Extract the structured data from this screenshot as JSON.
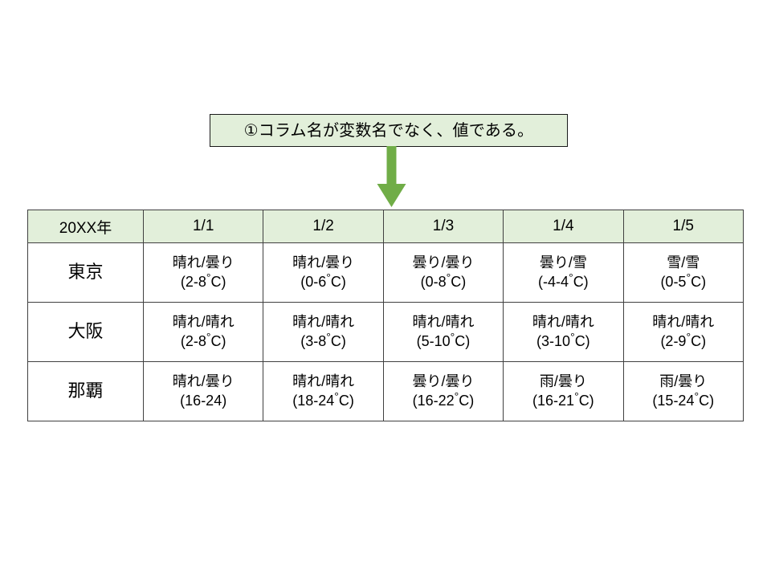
{
  "callout": {
    "text": "①コラム名が変数名でなく、値である。",
    "fill_color": "#E2EFDA",
    "border_color": "#1A1A1A"
  },
  "arrow": {
    "name": "down-arrow",
    "color": "#70AD47",
    "direction": "down"
  },
  "table": {
    "header_fill": "#E2EFDA",
    "border_color": "#404040",
    "headers": [
      "20XX年",
      "1/1",
      "1/2",
      "1/3",
      "1/4",
      "1/5"
    ],
    "rows": [
      {
        "region": "東京",
        "cells": [
          {
            "weather": "晴れ/曇り",
            "temp_prefix": "(2-8",
            "temp_suffix": "C)"
          },
          {
            "weather": "晴れ/曇り",
            "temp_prefix": "(0-6",
            "temp_suffix": "C)"
          },
          {
            "weather": "曇り/曇り",
            "temp_prefix": "(0-8",
            "temp_suffix": "C)"
          },
          {
            "weather": "曇り/雪",
            "temp_prefix": "(-4-4",
            "temp_suffix": "C)"
          },
          {
            "weather": "雪/雪",
            "temp_prefix": "(0-5",
            "temp_suffix": "C)"
          }
        ]
      },
      {
        "region": "大阪",
        "cells": [
          {
            "weather": "晴れ/晴れ",
            "temp_prefix": "(2-8",
            "temp_suffix": "C)"
          },
          {
            "weather": "晴れ/晴れ",
            "temp_prefix": "(3-8",
            "temp_suffix": "C)"
          },
          {
            "weather": "晴れ/晴れ",
            "temp_prefix": "(5-10",
            "temp_suffix": "C)"
          },
          {
            "weather": "晴れ/晴れ",
            "temp_prefix": "(3-10",
            "temp_suffix": "C)"
          },
          {
            "weather": "晴れ/晴れ",
            "temp_prefix": "(2-9",
            "temp_suffix": "C)"
          }
        ]
      },
      {
        "region": "那覇",
        "cells": [
          {
            "weather": "晴れ/曇り",
            "temp_prefix": "(16-24)",
            "temp_suffix": ""
          },
          {
            "weather": "晴れ/晴れ",
            "temp_prefix": "(18-24",
            "temp_suffix": "C)"
          },
          {
            "weather": "曇り/曇り",
            "temp_prefix": "(16-22",
            "temp_suffix": "C)"
          },
          {
            "weather": "雨/曇り",
            "temp_prefix": "(16-21",
            "temp_suffix": "C)"
          },
          {
            "weather": "雨/曇り",
            "temp_prefix": "(15-24",
            "temp_suffix": "C)"
          }
        ]
      }
    ]
  }
}
